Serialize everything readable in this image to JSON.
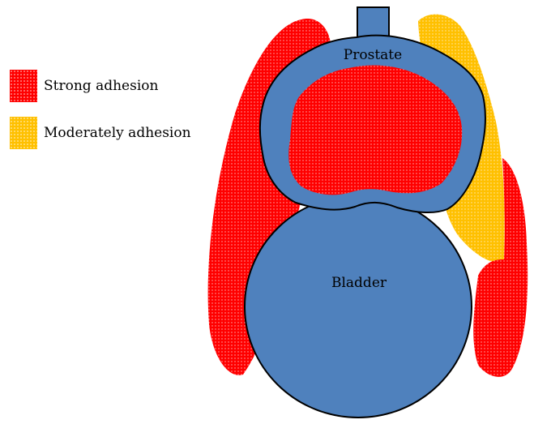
{
  "colors": {
    "strong": "#ff0000",
    "moderate": "#ffc000",
    "organ": "#4f81bd",
    "outline": "#000000",
    "background": "#ffffff"
  },
  "legend": {
    "items": [
      {
        "key": "strong",
        "label": "Strong adhesion"
      },
      {
        "key": "moderate",
        "label": "Moderately adhesion"
      }
    ]
  },
  "organs": {
    "prostate": "Prostate",
    "bladder": "Bladder"
  },
  "pattern": "white-dotted"
}
